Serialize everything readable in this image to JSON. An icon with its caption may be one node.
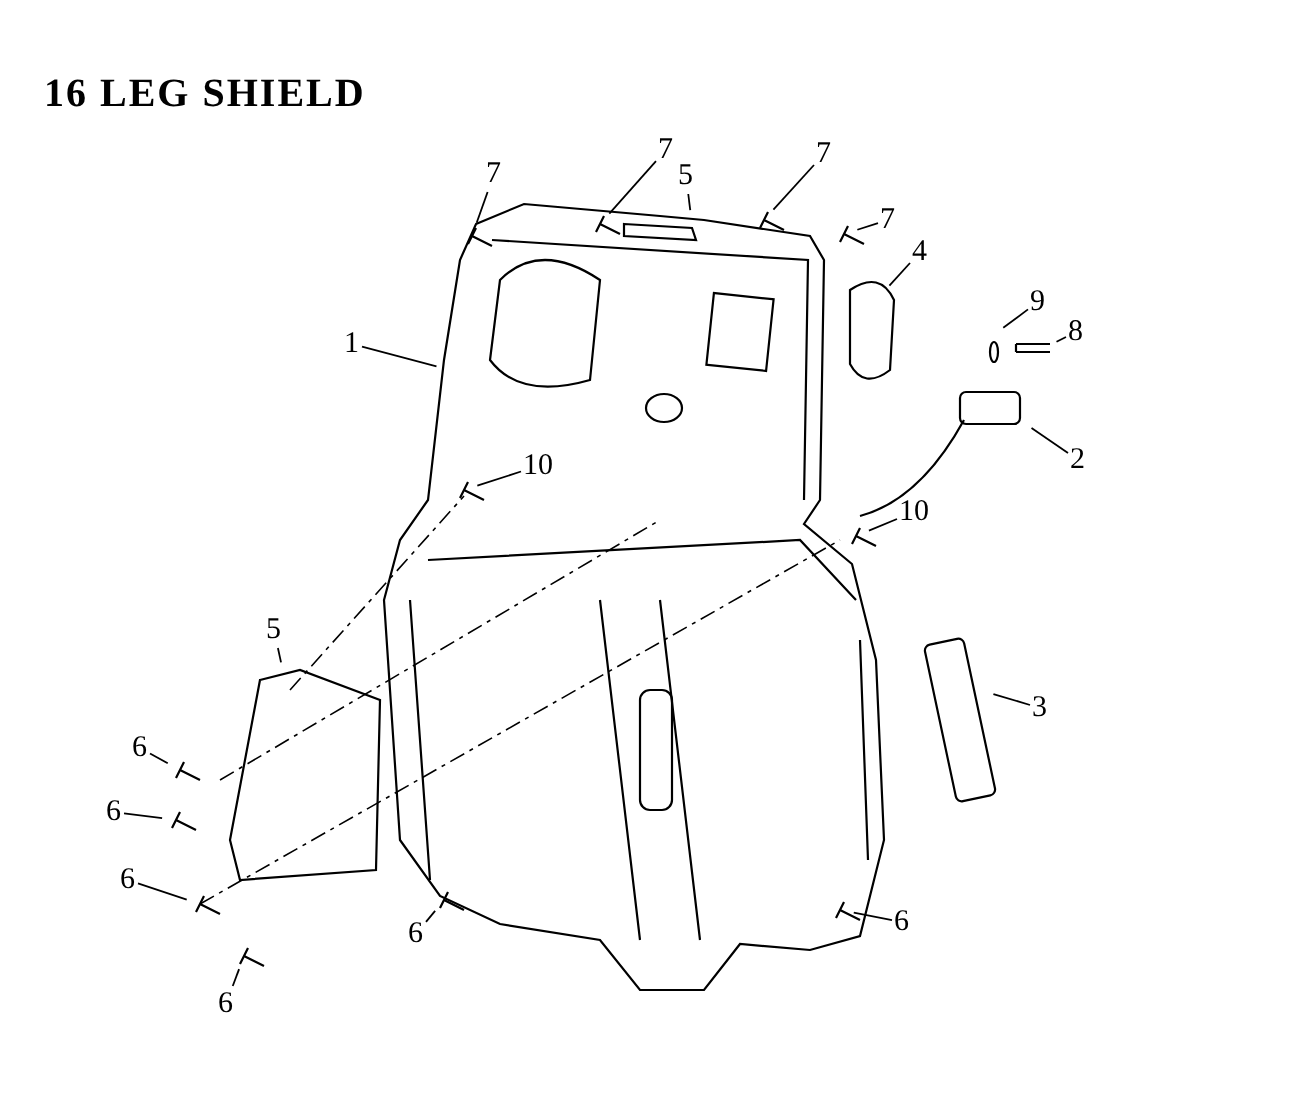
{
  "diagram": {
    "title": "16 LEG SHIELD",
    "nodes": [
      {
        "text": [
          "7"
        ]
      },
      {
        "text": [
          "7"
        ]
      },
      {
        "text": [
          "7"
        ]
      },
      {
        "text": [
          "5"
        ]
      },
      {
        "text": [
          "7"
        ]
      },
      {
        "text": [
          "4"
        ]
      },
      {
        "text": [
          "9"
        ]
      },
      {
        "text": [
          "8"
        ]
      },
      {
        "text": [
          "1"
        ]
      },
      {
        "text": [
          "2"
        ]
      },
      {
        "text": [
          "10"
        ]
      },
      {
        "text": [
          "10"
        ]
      },
      {
        "text": [
          "5"
        ]
      },
      {
        "text": [
          "3"
        ]
      },
      {
        "text": [
          "6"
        ]
      },
      {
        "text": [
          "6"
        ]
      },
      {
        "text": [
          "6"
        ]
      },
      {
        "text": [
          "6"
        ]
      },
      {
        "text": [
          "6"
        ]
      },
      {
        "text": [
          "6"
        ]
      }
    ],
    "edges": [
      {
        "from": 0,
        "to": null,
        "arrow": "none"
      },
      {
        "from": 1,
        "to": null,
        "arrow": "none"
      },
      {
        "from": 2,
        "to": null,
        "arrow": "none"
      },
      {
        "from": 3,
        "to": null,
        "arrow": "none"
      },
      {
        "from": 4,
        "to": null,
        "arrow": "none"
      },
      {
        "from": 5,
        "to": null,
        "arrow": "none"
      },
      {
        "from": 6,
        "to": null,
        "arrow": "none"
      },
      {
        "from": 7,
        "to": null,
        "arrow": "none"
      },
      {
        "from": 8,
        "to": null,
        "arrow": "none"
      },
      {
        "from": 9,
        "to": null,
        "arrow": "none"
      },
      {
        "from": 10,
        "to": null,
        "arrow": "none"
      },
      {
        "from": 11,
        "to": null,
        "arrow": "none"
      },
      {
        "from": 12,
        "to": null,
        "arrow": "none"
      },
      {
        "from": 13,
        "to": null,
        "arrow": "none"
      },
      {
        "from": 14,
        "to": null,
        "arrow": "none"
      },
      {
        "from": 15,
        "to": null,
        "arrow": "none"
      },
      {
        "from": 16,
        "to": null,
        "arrow": "none"
      },
      {
        "from": 17,
        "to": null,
        "arrow": "none"
      },
      {
        "from": 18,
        "to": null,
        "arrow": "none"
      },
      {
        "from": 19,
        "to": null,
        "arrow": "none"
      }
    ]
  }
}
